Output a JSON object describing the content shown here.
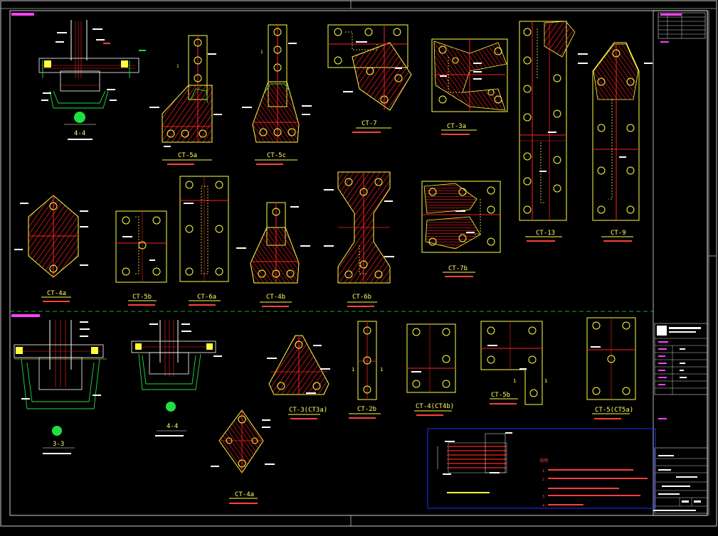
{
  "drawing": {
    "section_labels": {
      "section_1": "4-4",
      "section_2": "3-3",
      "section_3": "4-4"
    },
    "plates": [
      {
        "id": "ct5a",
        "label": "CT-5a"
      },
      {
        "id": "ct5c",
        "label": "CT-5c"
      },
      {
        "id": "ct7",
        "label": "CT-7"
      },
      {
        "id": "ct3a",
        "label": "CT-3a"
      },
      {
        "id": "ct13",
        "label": "CT-13"
      },
      {
        "id": "ct9",
        "label": "CT-9"
      },
      {
        "id": "ct4a",
        "label": "CT-4a"
      },
      {
        "id": "ct5b",
        "label": "CT-5b"
      },
      {
        "id": "ct6a",
        "label": "CT-6a"
      },
      {
        "id": "ct4b",
        "label": "CT-4b"
      },
      {
        "id": "ct6b",
        "label": "CT-6b"
      },
      {
        "id": "ct7b",
        "label": "CT-7b"
      },
      {
        "id": "ct3ct3a",
        "label": "CT-3(CT3a)"
      },
      {
        "id": "ct2b",
        "label": "CT-2b"
      },
      {
        "id": "ct4ct4b",
        "label": "CT-4(CT4b)"
      },
      {
        "id": "ct5b2",
        "label": "CT-5b"
      },
      {
        "id": "ct5ct5a",
        "label": "CT-5(CT5a)"
      },
      {
        "id": "ct4a2",
        "label": "CT-4a"
      }
    ],
    "notes_title": "说明",
    "notes": [
      "1.",
      "2.",
      "3.",
      "4."
    ]
  }
}
